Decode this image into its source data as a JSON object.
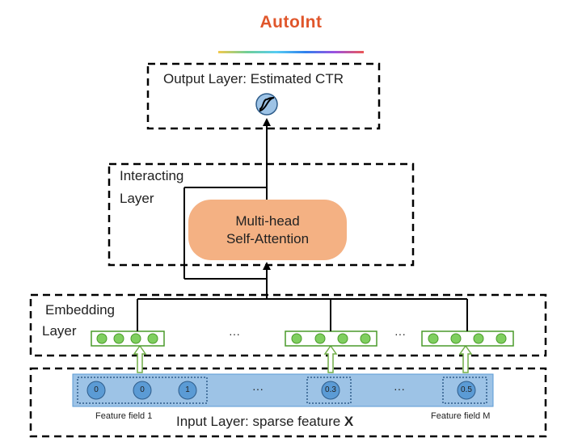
{
  "header": {
    "title": "AutoInt"
  },
  "output_layer": {
    "label": "Output Layer: Estimated CTR"
  },
  "interacting_layer": {
    "label_line1": "Interacting",
    "label_line2": "Layer"
  },
  "attention": {
    "line1": "Multi-head",
    "line2": "Self-Attention"
  },
  "embedding_layer": {
    "label_line1": "Embedding",
    "label_line2": "Layer",
    "ellipsis_1": "···",
    "ellipsis_2": "···"
  },
  "input_layer": {
    "label": "Input Layer: sparse feature",
    "label_bold": "X",
    "values": [
      "0",
      "0",
      "1",
      "0.3",
      "0.5"
    ],
    "ellipsis_1": "···",
    "ellipsis_2": "···",
    "field_first": "Feature field 1",
    "field_last": "Feature field M"
  },
  "colors": {
    "title": "#e0562b",
    "attention_fill": "#f4b183",
    "embedding_node": "#7fcf5f",
    "embedding_border": "#4a9a2a",
    "input_bar": "#9dc3e6",
    "input_node": "#5b9bd5",
    "sigmoid_node": "#9dc3e6"
  },
  "icons": {
    "output_node": "sigmoid-icon"
  }
}
